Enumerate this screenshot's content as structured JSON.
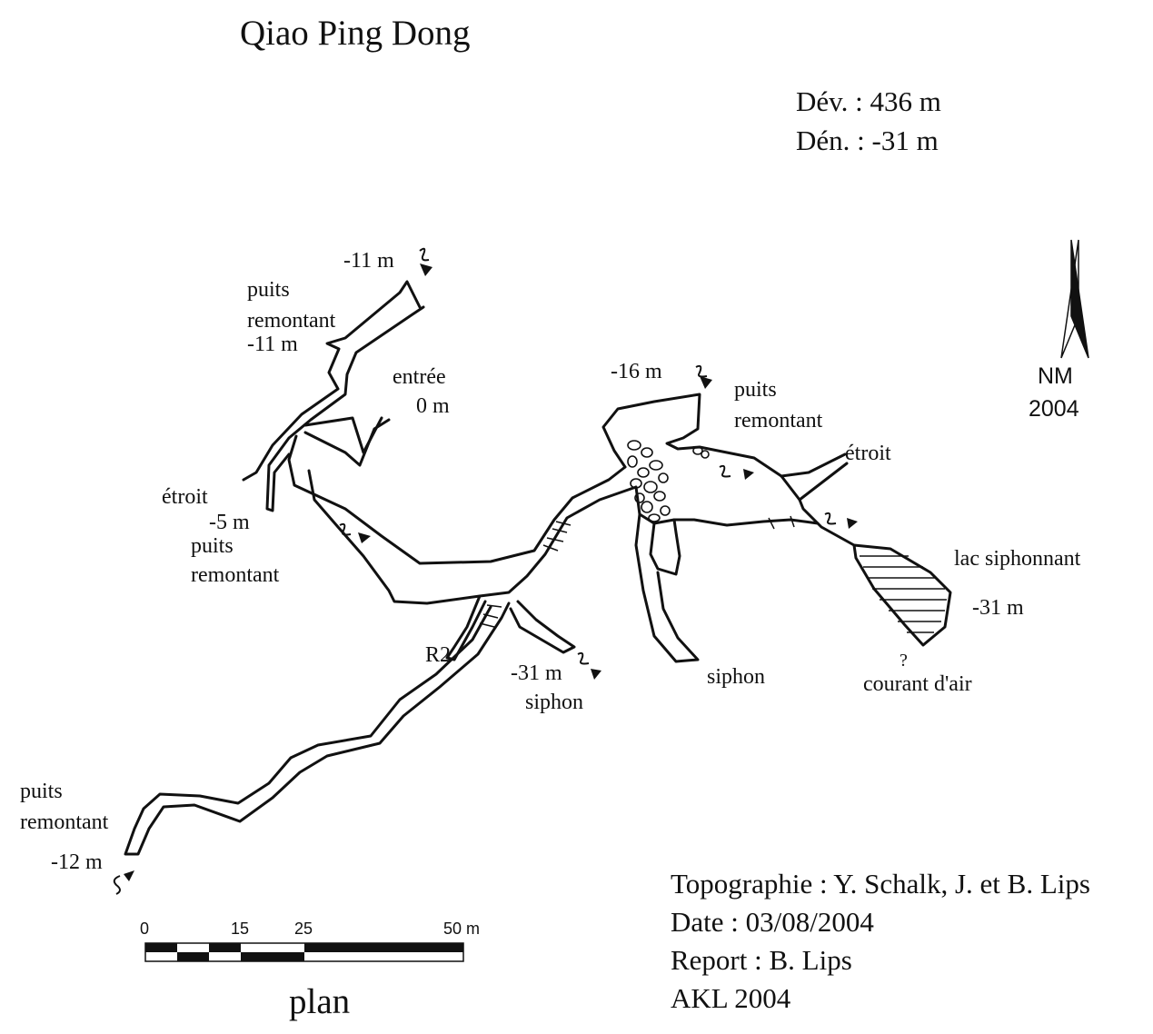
{
  "title": "Qiao Ping Dong",
  "stats": {
    "development": "Dév. : 436 m",
    "depth": "Dén. : -31 m"
  },
  "labels": {
    "top_depth": "-11 m",
    "top_puits_1": "puits",
    "top_puits_2": "remontant",
    "top_puits_depth": "-11 m",
    "entrance_1": "entrée",
    "entrance_2": "0 m",
    "narrow_left": "étroit",
    "left_depth": "-5 m",
    "left_puits_1": "puits",
    "left_puits_2": "remontant",
    "r2": "R2",
    "siphon_depth": "-31 m",
    "siphon_1": "siphon",
    "depth_16": "-16 m",
    "right_puits_1": "puits",
    "right_puits_2": "remontant",
    "narrow_right": "étroit",
    "siphon_2": "siphon",
    "lake_1": "lac siphonnant",
    "lake_depth": "-31 m",
    "question": "?",
    "draught": "courant d'air",
    "sw_puits_1": "puits",
    "sw_puits_2": "remontant",
    "sw_depth": "-12 m"
  },
  "north": {
    "label": "NM",
    "year": "2004"
  },
  "scale": {
    "ticks": [
      "0",
      "15",
      "25",
      "50 m"
    ],
    "view": "plan"
  },
  "credits": {
    "survey": "Topographie : Y. Schalk, J. et B. Lips",
    "date": "Date : 03/08/2004",
    "report": "Report : B. Lips",
    "expedition": "AKL 2004"
  }
}
